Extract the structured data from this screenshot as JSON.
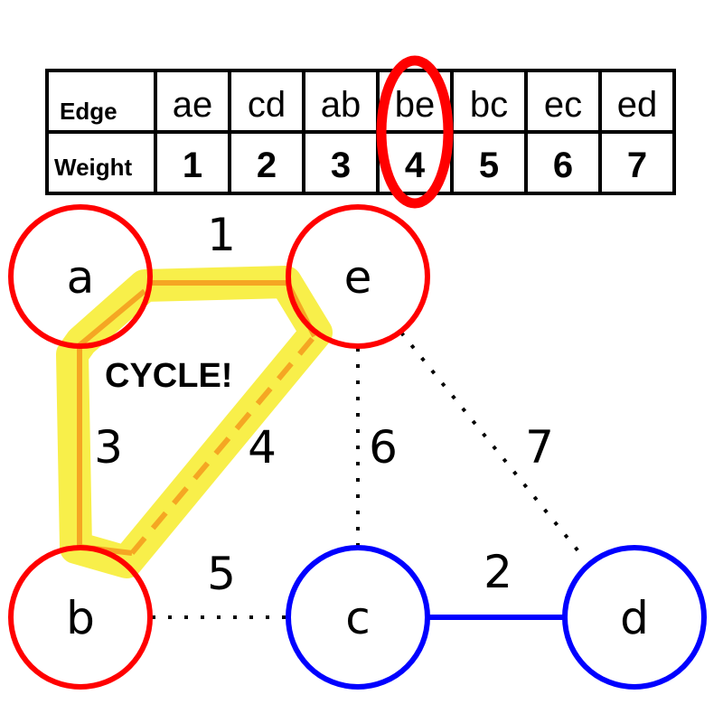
{
  "table": {
    "header_label": "Edge",
    "value_label": "Weight",
    "columns": [
      {
        "edge": "ae",
        "weight": "1"
      },
      {
        "edge": "cd",
        "weight": "2"
      },
      {
        "edge": "ab",
        "weight": "3"
      },
      {
        "edge": "be",
        "weight": "4"
      },
      {
        "edge": "bc",
        "weight": "5"
      },
      {
        "edge": "ec",
        "weight": "6"
      },
      {
        "edge": "ed",
        "weight": "7"
      }
    ],
    "highlighted_edge": "be"
  },
  "graph": {
    "nodes": [
      {
        "id": "a",
        "label": "a",
        "color": "#ff0000"
      },
      {
        "id": "e",
        "label": "e",
        "color": "#ff0000"
      },
      {
        "id": "b",
        "label": "b",
        "color": "#ff0000"
      },
      {
        "id": "c",
        "label": "c",
        "color": "#0000ff"
      },
      {
        "id": "d",
        "label": "d",
        "color": "#0000ff"
      }
    ],
    "edges": [
      {
        "from": "a",
        "to": "e",
        "weight": "1",
        "style": "highlighted-solid"
      },
      {
        "from": "c",
        "to": "d",
        "weight": "2",
        "style": "solid-blue"
      },
      {
        "from": "a",
        "to": "b",
        "weight": "3",
        "style": "highlighted-solid"
      },
      {
        "from": "b",
        "to": "e",
        "weight": "4",
        "style": "highlighted-dashed"
      },
      {
        "from": "b",
        "to": "c",
        "weight": "5",
        "style": "dotted"
      },
      {
        "from": "e",
        "to": "c",
        "weight": "6",
        "style": "dotted"
      },
      {
        "from": "e",
        "to": "d",
        "weight": "7",
        "style": "dotted"
      }
    ],
    "annotation": "CYCLE!"
  },
  "colors": {
    "tree_red": "#ff0000",
    "component_blue": "#0000ff",
    "highlight_yellow": "#f7ec2a",
    "highlight_orange": "#f5a623"
  }
}
